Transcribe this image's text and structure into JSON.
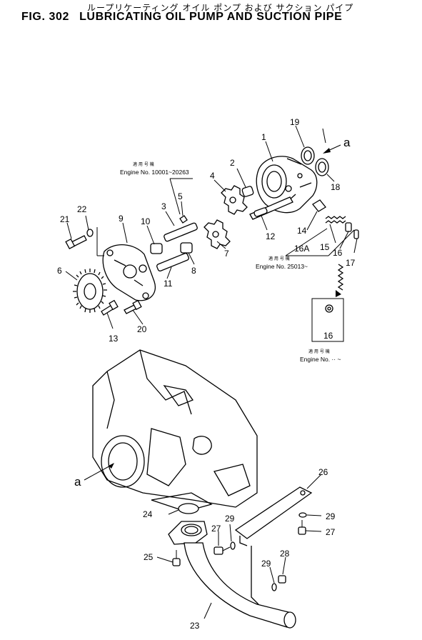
{
  "header": {
    "japanese_title": "ループリケーティング オイル ポンプ および サクション パイプ",
    "figure_number": "FIG. 302",
    "title": "LUBRICATING OIL PUMP AND SUCTION PIPE"
  },
  "notes": {
    "serial_a_jp": "適 用 号 機",
    "serial_a": "Engine No. 10001~20263",
    "serial_b_jp": "適 用 号 機",
    "serial_b": "Engine No. 25013~",
    "serial_c_jp": "適 用 号 機",
    "serial_c": "Engine No. ·· ~"
  },
  "view_marks": {
    "arrow_a": "a",
    "block_a": "a"
  },
  "callouts": {
    "c1": "1",
    "c2": "2",
    "c3": "3",
    "c4": "4",
    "c5": "5",
    "c6": "6",
    "c7": "7",
    "c8": "8",
    "c9": "9",
    "c10": "10",
    "c11": "11",
    "c12": "12",
    "c13": "13",
    "c14": "14",
    "c15": "15",
    "c16": "16",
    "c16a": "16A",
    "c16b": "16",
    "c17": "17",
    "c18": "18",
    "c19": "19",
    "c20": "20",
    "c21": "21",
    "c22": "22",
    "c23": "23",
    "c24": "24",
    "c25": "25",
    "c26": "26",
    "c27a": "27",
    "c27b": "27",
    "c28": "28",
    "c29a": "29",
    "c29b": "29",
    "c29c": "29"
  }
}
